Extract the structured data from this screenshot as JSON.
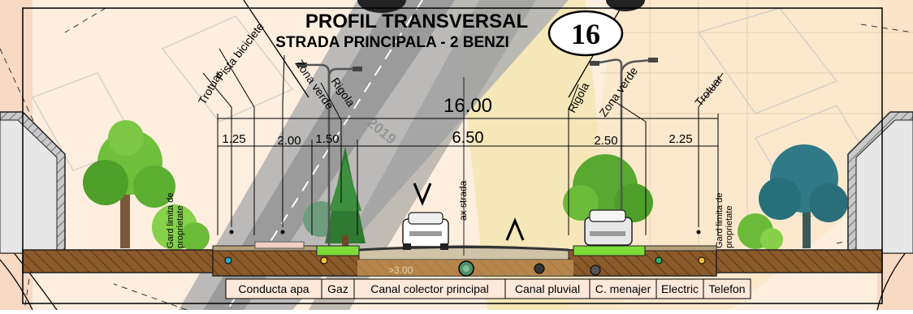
{
  "title": "PROFIL TRANSVERSAL",
  "subtitle": "STRADA PRINCIPALA - 2 BENZI",
  "profile_number": "16",
  "watermark": "2019",
  "total_width": "16.00",
  "carriageway_width": "6.50",
  "left_dims": [
    "1.25",
    "2.00",
    "1.50"
  ],
  "right_dims": [
    "2.50",
    "2.25"
  ],
  "left_zones": [
    "Trotuar",
    "Pista biciclete",
    "Zona verde",
    "Rigola"
  ],
  "right_zones": [
    "Rigola",
    "Zona verde",
    "Trotuar"
  ],
  "axis_label": "ax strada",
  "fence_label_left": "Gard limita de proprietate",
  "fence_label_right": "Gard limita de proprietate",
  "depth_label": ">3.00",
  "utilities": [
    "Conducta apa",
    "Gaz",
    "Canal colector principal",
    "Canal pluvial",
    "C. menajer",
    "Electric",
    "Telefon"
  ],
  "colors": {
    "soil": "#8b5a2b",
    "grass": "#7ddc3a",
    "road": "#5f5f5f",
    "map_peach": "#fbe3cc",
    "map_road": "#a9a9a9"
  }
}
